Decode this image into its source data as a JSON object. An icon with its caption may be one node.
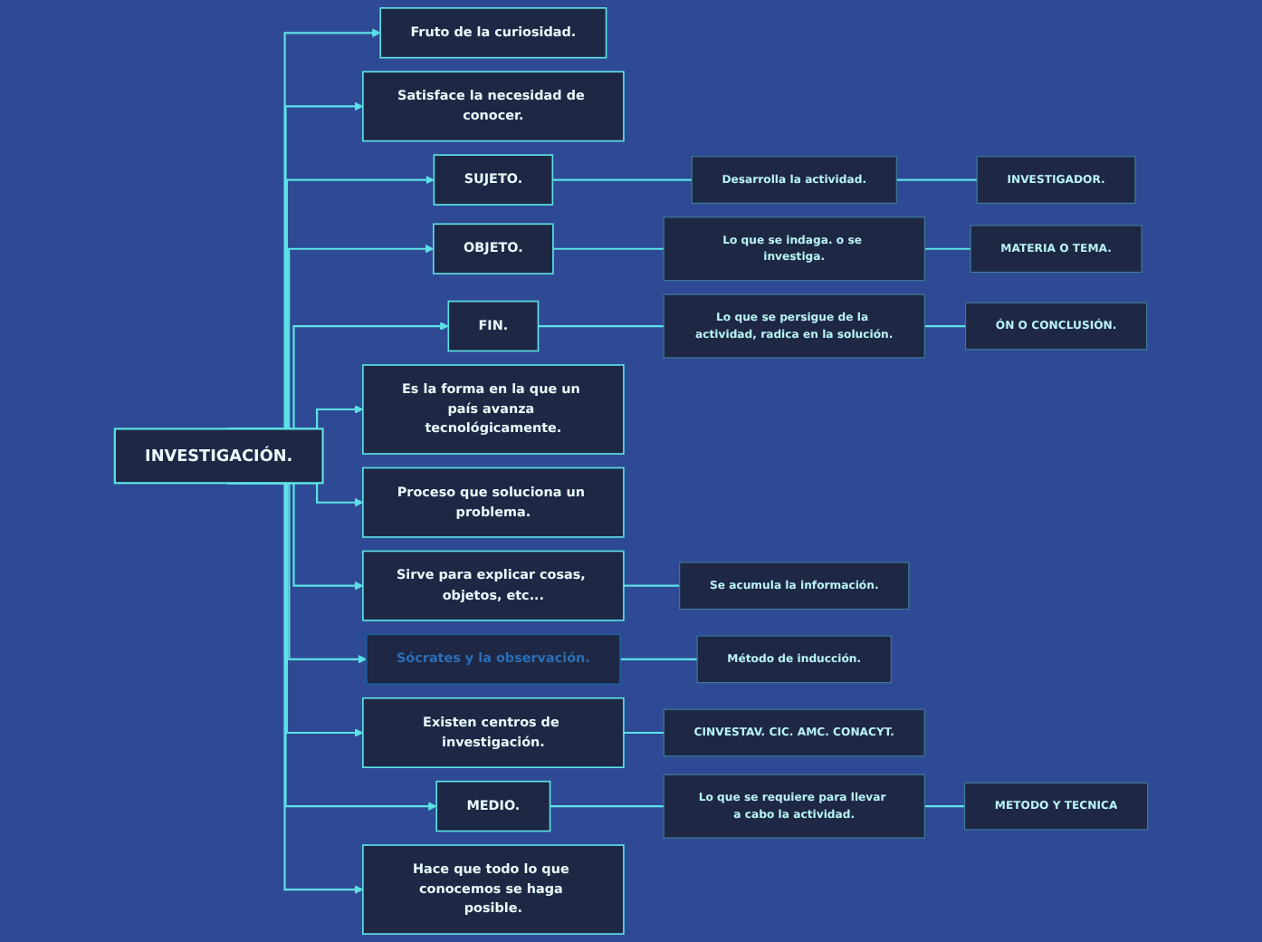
{
  "diagram": {
    "nodes": [
      {
        "text": [
          "INVESTIGACIÓN."
        ]
      },
      {
        "text": [
          "Fruto de la curiosidad."
        ]
      },
      {
        "text": [
          "Satisface la necesidad de conocer."
        ]
      },
      {
        "text": [
          "SUJETO."
        ]
      },
      {
        "text": [
          "Desarrolla la actividad."
        ]
      },
      {
        "text": [
          "INVESTIGADOR."
        ]
      },
      {
        "text": [
          "OBJETO."
        ]
      },
      {
        "text": [
          "Lo que se indaga. o se investiga."
        ]
      },
      {
        "text": [
          "MATERIA O TEMA."
        ]
      },
      {
        "text": [
          "FIN."
        ]
      },
      {
        "text": [
          "Lo que se persigue de la actividad, radica en la solución."
        ]
      },
      {
        "text": [
          "ÓN O CONCLUSIÓN."
        ]
      },
      {
        "text": [
          "Es la forma en la que un país avanza tecnológicamente."
        ]
      },
      {
        "text": [
          "Proceso que soluciona un problema."
        ]
      },
      {
        "text": [
          "Sirve para explicar cosas, objetos, etc..."
        ]
      },
      {
        "text": [
          "Se acumula la información."
        ]
      },
      {
        "text": [
          "Sócrates y la observación."
        ]
      },
      {
        "text": [
          "Método de inducción."
        ]
      },
      {
        "text": [
          "Existen centros de investigación."
        ]
      },
      {
        "text": [
          "CINVESTAV. CIC. AMC. CONACYT."
        ]
      },
      {
        "text": [
          "MEDIO."
        ]
      },
      {
        "text": [
          "Lo que se requiere para llevar a cabo la actividad."
        ]
      },
      {
        "text": [
          "METODO Y TECNICA"
        ]
      },
      {
        "text": [
          "Hace que todo lo que conocemos se haga posible."
        ]
      }
    ],
    "edges": [
      {
        "from": 0,
        "to": 1,
        "arrow": "to"
      },
      {
        "from": 0,
        "to": 2,
        "arrow": "to"
      },
      {
        "from": 0,
        "to": 3,
        "arrow": "to"
      },
      {
        "from": 3,
        "to": 4,
        "arrow": "none"
      },
      {
        "from": 4,
        "to": 5,
        "arrow": "none"
      },
      {
        "from": 0,
        "to": 6,
        "arrow": "to"
      },
      {
        "from": 6,
        "to": 7,
        "arrow": "none"
      },
      {
        "from": 7,
        "to": 8,
        "arrow": "none"
      },
      {
        "from": 0,
        "to": 9,
        "arrow": "to"
      },
      {
        "from": 9,
        "to": 10,
        "arrow": "none"
      },
      {
        "from": 10,
        "to": 11,
        "arrow": "none"
      },
      {
        "from": 0,
        "to": 12,
        "arrow": "to"
      },
      {
        "from": 0,
        "to": 13,
        "arrow": "to"
      },
      {
        "from": 0,
        "to": 14,
        "arrow": "to"
      },
      {
        "from": 14,
        "to": 15,
        "arrow": "none"
      },
      {
        "from": 0,
        "to": 16,
        "arrow": "to"
      },
      {
        "from": 16,
        "to": 17,
        "arrow": "none"
      },
      {
        "from": 0,
        "to": 18,
        "arrow": "to"
      },
      {
        "from": 18,
        "to": 19,
        "arrow": "none"
      },
      {
        "from": 0,
        "to": 20,
        "arrow": "to"
      },
      {
        "from": 20,
        "to": 21,
        "arrow": "none"
      },
      {
        "from": 21,
        "to": 22,
        "arrow": "none"
      },
      {
        "from": 0,
        "to": 23,
        "arrow": "to"
      }
    ]
  }
}
